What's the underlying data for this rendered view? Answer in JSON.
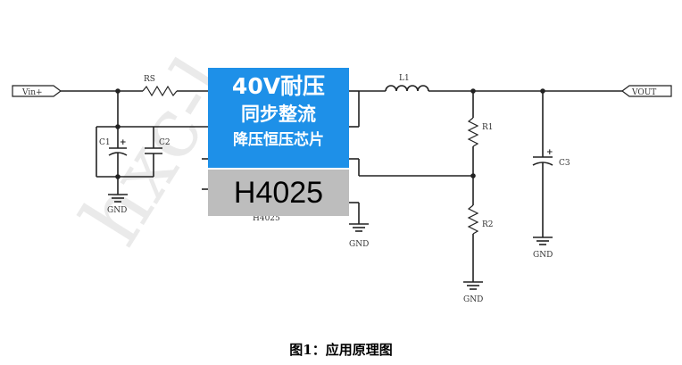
{
  "labels": {
    "vin": "Vin+",
    "vout": "VOUT",
    "rs": "RS",
    "l1": "L1",
    "r1": "R1",
    "r2": "R2",
    "c1": "C1",
    "c2": "C2",
    "c3": "C3",
    "gnd": "GND",
    "chip_under": "H4025"
  },
  "banner": {
    "line1": "40V耐压",
    "line2": "同步整流",
    "line3": "降压恒压芯片",
    "chip": "H4025"
  },
  "watermark": "hxc-l",
  "caption": "图1：应用原理图",
  "colors": {
    "banner_bg": "#1e90e8",
    "chip_bg": "#bdbdbd",
    "wire": "#222222",
    "watermark": "#e6e6e6"
  }
}
